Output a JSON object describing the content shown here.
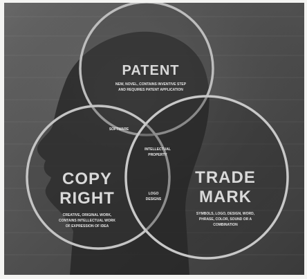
{
  "diagram": {
    "circles": [
      {
        "id": "patent",
        "title": "PATENT",
        "description": [
          "NEW, NOVEL, CONTAINS INVENTIVE STEP",
          "AND REQUIRES PATENT APPLICATION"
        ]
      },
      {
        "id": "copyright",
        "title": [
          "COPY",
          "RIGHT"
        ],
        "description": [
          "CREATIVE, ORIGINAL WORK,",
          "CONTAINS INTELLECTUAL WORK",
          "OF EXPRESSION OF IDEA"
        ]
      },
      {
        "id": "trademark",
        "title": [
          "TRADE",
          "MARK"
        ],
        "description": [
          "SYMBOLS, LOGO, DESIGN, WORD,",
          "PHRASE, COLOR, SOUND OR A",
          "COMBINATION"
        ]
      }
    ],
    "overlaps": {
      "patent_copyright": [
        "SOFTWARE"
      ],
      "center": [
        "INTELLECTUAL",
        "PROPERTY"
      ],
      "copyright_trademark": [
        "LOGO",
        "DESIGNS"
      ]
    }
  }
}
